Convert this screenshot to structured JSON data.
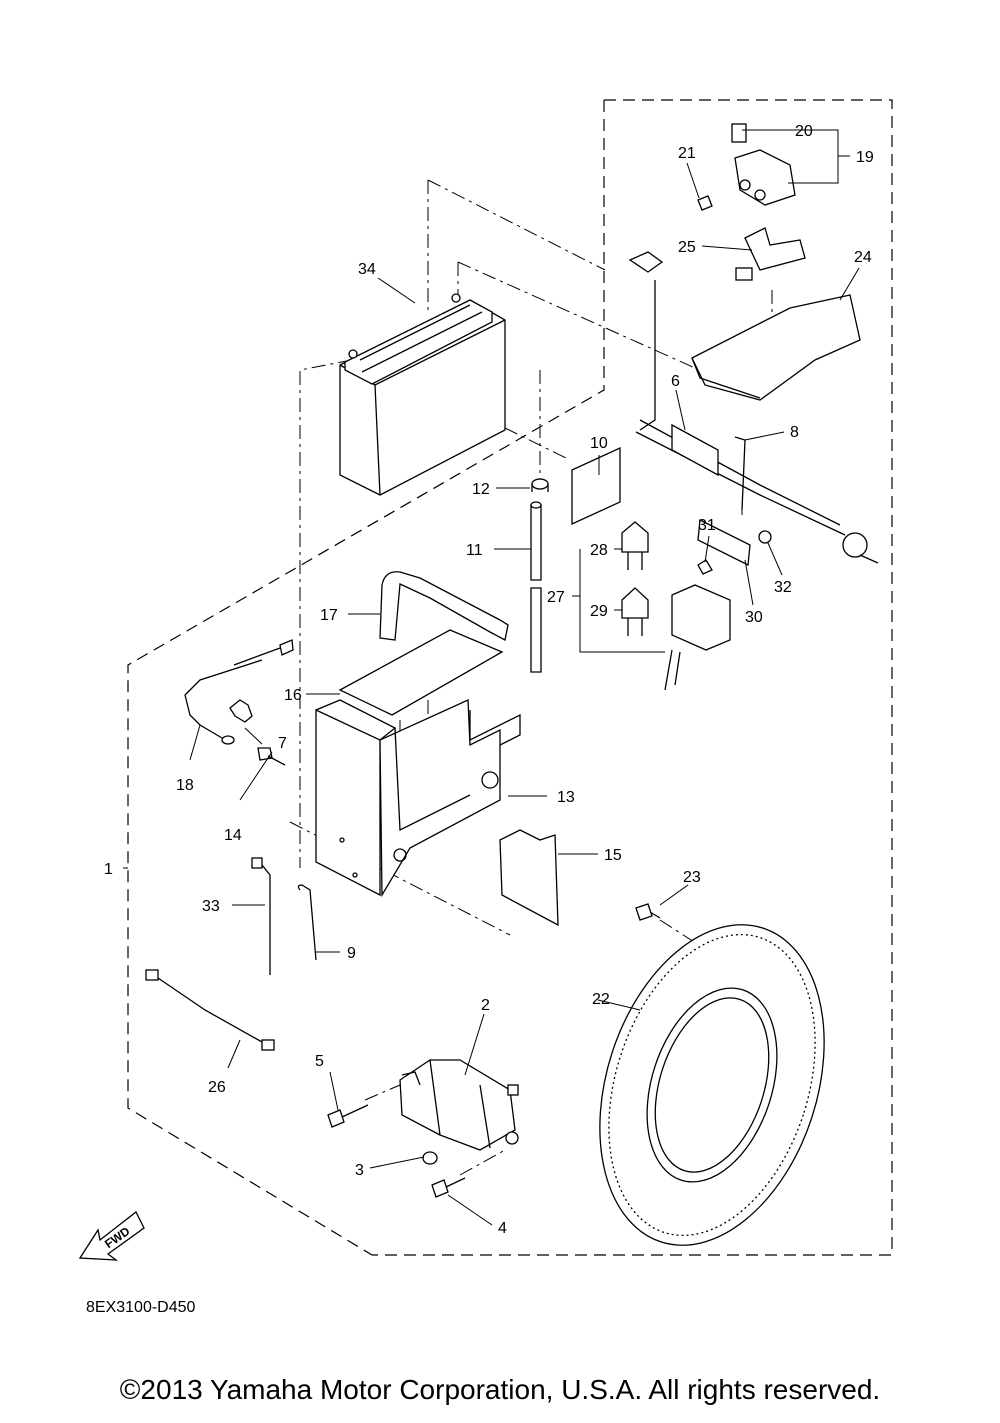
{
  "parts": [
    {
      "id": "p1",
      "number": "1"
    },
    {
      "id": "p2",
      "number": "2"
    },
    {
      "id": "p3",
      "number": "3"
    },
    {
      "id": "p4",
      "number": "4"
    },
    {
      "id": "p5",
      "number": "5"
    },
    {
      "id": "p6",
      "number": "6"
    },
    {
      "id": "p7",
      "number": "7"
    },
    {
      "id": "p8",
      "number": "8"
    },
    {
      "id": "p9",
      "number": "9"
    },
    {
      "id": "p10",
      "number": "10"
    },
    {
      "id": "p11",
      "number": "11"
    },
    {
      "id": "p12",
      "number": "12"
    },
    {
      "id": "p13",
      "number": "13"
    },
    {
      "id": "p14",
      "number": "14"
    },
    {
      "id": "p15",
      "number": "15"
    },
    {
      "id": "p16",
      "number": "16"
    },
    {
      "id": "p17",
      "number": "17"
    },
    {
      "id": "p18",
      "number": "18"
    },
    {
      "id": "p19",
      "number": "19"
    },
    {
      "id": "p20",
      "number": "20"
    },
    {
      "id": "p21",
      "number": "21"
    },
    {
      "id": "p22",
      "number": "22"
    },
    {
      "id": "p23",
      "number": "23"
    },
    {
      "id": "p24",
      "number": "24"
    },
    {
      "id": "p25",
      "number": "25"
    },
    {
      "id": "p26",
      "number": "26"
    },
    {
      "id": "p27",
      "number": "27"
    },
    {
      "id": "p28",
      "number": "28"
    },
    {
      "id": "p29",
      "number": "29"
    },
    {
      "id": "p30",
      "number": "30"
    },
    {
      "id": "p31",
      "number": "31"
    },
    {
      "id": "p32",
      "number": "32"
    },
    {
      "id": "p33",
      "number": "33"
    },
    {
      "id": "p34",
      "number": "34"
    }
  ],
  "fwd_label": "FWD",
  "diagram_code": "8EX3100-D450",
  "copyright": "©2013 Yamaha Motor Corporation, U.S.A. All rights reserved."
}
